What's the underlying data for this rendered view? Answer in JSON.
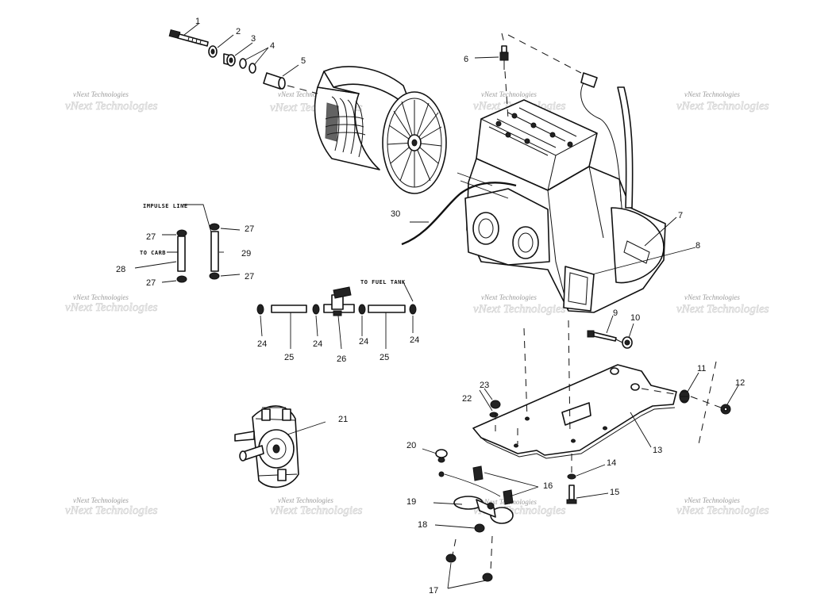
{
  "diagram": {
    "notes": {
      "impulse_line": "IMPULSE LINE",
      "to_carb": "TO CARB",
      "to_fuel_tank": "TO FUEL TANK"
    },
    "watermark": "vNext Technologies",
    "callouts": {
      "c1": "1",
      "c2": "2",
      "c3": "3",
      "c4": "4",
      "c5": "5",
      "c6": "6",
      "c7": "7",
      "c8": "8",
      "c9": "9",
      "c10": "10",
      "c11": "11",
      "c12": "12",
      "c13": "13",
      "c14": "14",
      "c15": "15",
      "c16": "16",
      "c17": "17",
      "c18": "18",
      "c19": "19",
      "c20": "20",
      "c21": "21",
      "c22": "22",
      "c23": "23",
      "c24a": "24",
      "c24b": "24",
      "c24c": "24",
      "c24d": "24",
      "c25a": "25",
      "c25b": "25",
      "c26": "26",
      "c27a": "27",
      "c27b": "27",
      "c27c": "27",
      "c27d": "27",
      "c28": "28",
      "c29": "29",
      "c30": "30"
    }
  }
}
